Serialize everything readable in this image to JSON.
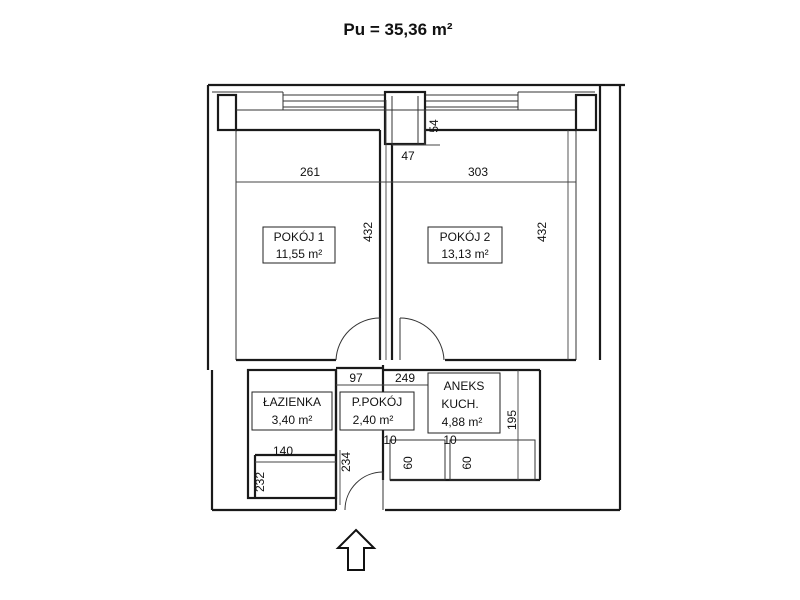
{
  "title": "Pu = 35,36 m²",
  "rooms": [
    {
      "name": "POKÓJ 1",
      "area": "11,55 m²"
    },
    {
      "name": "POKÓJ 2",
      "area": "13,13 m²"
    },
    {
      "name": "ŁAZIENKA",
      "area": "3,40 m²"
    },
    {
      "name": "P.POKÓJ",
      "area": "2,40 m²"
    },
    {
      "name_line1": "ANEKS",
      "name_line2": "KUCH.",
      "area": "4,88 m²"
    }
  ],
  "dimensions": {
    "d261": "261",
    "d303": "303",
    "d432_left": "432",
    "d432_right": "432",
    "d54": "54",
    "d47": "47",
    "d97": "97",
    "d249": "249",
    "d140": "140",
    "d232": "232",
    "d234": "234",
    "d195": "195",
    "d10a": "10",
    "d10b": "10",
    "d60a": "60",
    "d60b": "60"
  },
  "colors": {
    "line": "#1a1a1a",
    "background": "#ffffff"
  },
  "icons": {
    "entrance": "entrance-arrow-icon"
  }
}
